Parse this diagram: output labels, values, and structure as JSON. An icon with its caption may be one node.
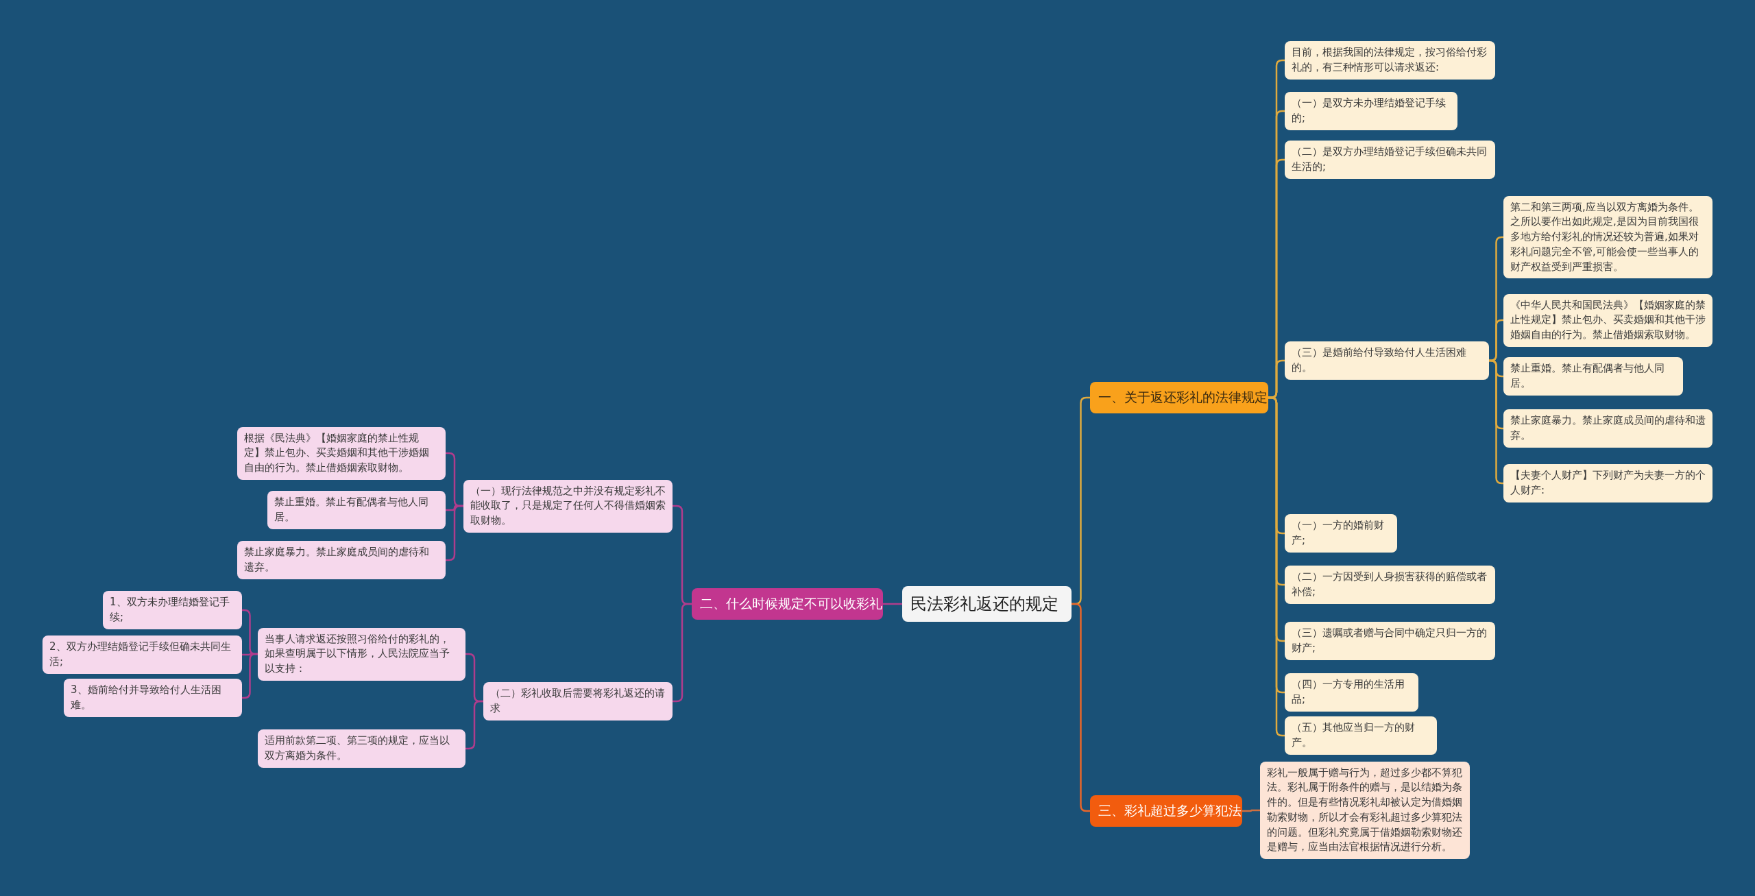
{
  "diagram": {
    "nodes": [
      {
        "text": [
          "民法彩礼返还的规定"
        ]
      },
      {
        "text": [
          "一、关于返还彩礼的法律规定"
        ]
      },
      {
        "text": [
          "目前，根据我国的法律规定，按习俗给付彩礼的，有三种情形可以请求返还:"
        ]
      },
      {
        "text": [
          "（一）是双方未办理结婚登记手续的;"
        ]
      },
      {
        "text": [
          "（二）是双方办理结婚登记手续但确未共同生活的;"
        ]
      },
      {
        "text": [
          "（三）是婚前给付导致给付人生活困难的。"
        ]
      },
      {
        "text": [
          "第二和第三两项,应当以双方离婚为条件。之所以要作出如此规定,是因为目前我国很多地方给付彩礼的情况还较为普遍,如果对彩礼问题完全不管,可能会使一些当事人的财产权益受到严重损害。"
        ]
      },
      {
        "text": [
          "《中华人民共和国民法典》【婚姻家庭的禁止性规定】禁止包办、买卖婚姻和其他干涉婚姻自由的行为。禁止借婚姻索取财物。"
        ]
      },
      {
        "text": [
          "禁止重婚。禁止有配偶者与他人同居。"
        ]
      },
      {
        "text": [
          "禁止家庭暴力。禁止家庭成员间的虐待和遗弃。"
        ]
      },
      {
        "text": [
          "【夫妻个人财产】下列财产为夫妻一方的个人财产:"
        ]
      },
      {
        "text": [
          "（一）一方的婚前财产;"
        ]
      },
      {
        "text": [
          "（二）一方因受到人身损害获得的赔偿或者补偿;"
        ]
      },
      {
        "text": [
          "（三）遗嘱或者赠与合同中确定只归一方的财产;"
        ]
      },
      {
        "text": [
          "（四）一方专用的生活用品;"
        ]
      },
      {
        "text": [
          "（五）其他应当归一方的财产。"
        ]
      },
      {
        "text": [
          "二、什么时候规定不可以收彩礼"
        ]
      },
      {
        "text": [
          "（一）现行法律规范之中并没有规定彩礼不能收取了，只是规定了任何人不得借婚姻索取财物。"
        ]
      },
      {
        "text": [
          "根据《民法典》【婚姻家庭的禁止性规定】禁止包办、买卖婚姻和其他干涉婚姻自由的行为。禁止借婚姻索取财物。"
        ]
      },
      {
        "text": [
          "禁止重婚。禁止有配偶者与他人同居。"
        ]
      },
      {
        "text": [
          "禁止家庭暴力。禁止家庭成员间的虐待和遗弃。"
        ]
      },
      {
        "text": [
          "（二）彩礼收取后需要将彩礼返还的请求"
        ]
      },
      {
        "text": [
          "当事人请求返还按照习俗给付的彩礼的，如果查明属于以下情形，人民法院应当予以支持："
        ]
      },
      {
        "text": [
          "1、双方未办理结婚登记手续;"
        ]
      },
      {
        "text": [
          "2、双方办理结婚登记手续但确未共同生活;"
        ]
      },
      {
        "text": [
          "3、婚前给付并导致给付人生活困难。"
        ]
      },
      {
        "text": [
          "适用前款第二项、第三项的规定，应当以双方离婚为条件。"
        ]
      },
      {
        "text": [
          "三、彩礼超过多少算犯法"
        ]
      },
      {
        "text": [
          "彩礼一般属于赠与行为，超过多少都不算犯法。彩礼属于附条件的赠与，是以结婚为条件的。但是有些情况彩礼却被认定为借婚姻勒索财物，所以才会有彩礼超过多少算犯法的问题。但彩礼究竟属于借婚姻勒索财物还是赠与，应当由法官根据情况进行分析。"
        ]
      }
    ],
    "edges": [
      {
        "from": 0,
        "to": 1,
        "arrow": "none"
      },
      {
        "from": 1,
        "to": 2,
        "arrow": "none"
      },
      {
        "from": 1,
        "to": 3,
        "arrow": "none"
      },
      {
        "from": 1,
        "to": 4,
        "arrow": "none"
      },
      {
        "from": 1,
        "to": 5,
        "arrow": "none"
      },
      {
        "from": 5,
        "to": 6,
        "arrow": "none"
      },
      {
        "from": 5,
        "to": 7,
        "arrow": "none"
      },
      {
        "from": 5,
        "to": 8,
        "arrow": "none"
      },
      {
        "from": 5,
        "to": 9,
        "arrow": "none"
      },
      {
        "from": 5,
        "to": 10,
        "arrow": "none"
      },
      {
        "from": 1,
        "to": 11,
        "arrow": "none"
      },
      {
        "from": 1,
        "to": 12,
        "arrow": "none"
      },
      {
        "from": 1,
        "to": 13,
        "arrow": "none"
      },
      {
        "from": 1,
        "to": 14,
        "arrow": "none"
      },
      {
        "from": 1,
        "to": 15,
        "arrow": "none"
      },
      {
        "from": 0,
        "to": 16,
        "arrow": "none",
        "color": "#b03c8c"
      },
      {
        "from": 16,
        "to": 17,
        "arrow": "none",
        "color": "#b03c8c"
      },
      {
        "from": 17,
        "to": 18,
        "arrow": "none",
        "color": "#b03c8c"
      },
      {
        "from": 17,
        "to": 19,
        "arrow": "none",
        "color": "#b03c8c"
      },
      {
        "from": 17,
        "to": 20,
        "arrow": "none",
        "color": "#b03c8c"
      },
      {
        "from": 16,
        "to": 21,
        "arrow": "none",
        "color": "#b03c8c"
      },
      {
        "from": 21,
        "to": 22,
        "arrow": "none",
        "color": "#b03c8c"
      },
      {
        "from": 22,
        "to": 23,
        "arrow": "none",
        "color": "#b03c8c"
      },
      {
        "from": 22,
        "to": 24,
        "arrow": "none",
        "color": "#b03c8c"
      },
      {
        "from": 22,
        "to": 25,
        "arrow": "none",
        "color": "#b03c8c"
      },
      {
        "from": 21,
        "to": 26,
        "arrow": "none",
        "color": "#b03c8c"
      },
      {
        "from": 0,
        "to": 27,
        "arrow": "none",
        "color": "#e8662a"
      },
      {
        "from": 27,
        "to": 28,
        "arrow": "none",
        "color": "#d07040"
      }
    ]
  }
}
